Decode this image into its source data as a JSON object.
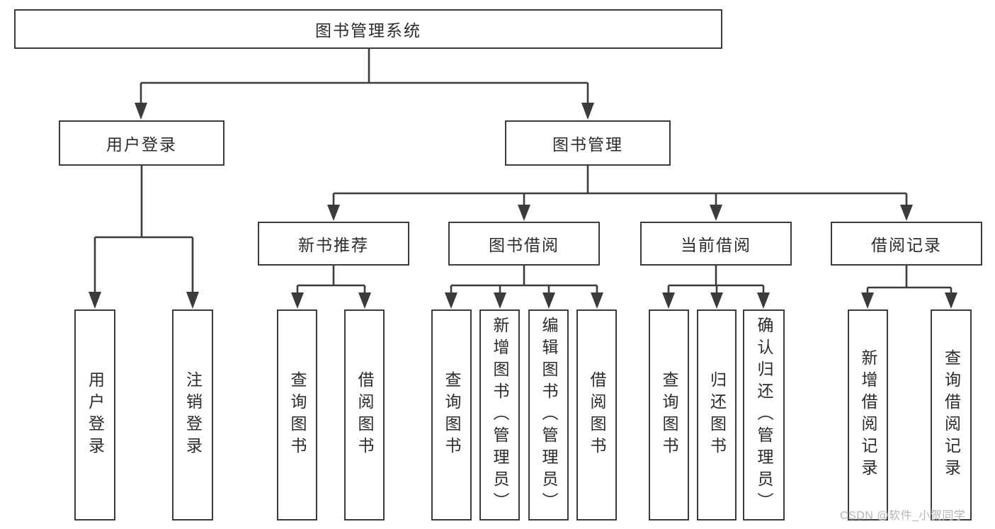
{
  "tree": {
    "root": "图书管理系统",
    "login": {
      "label": "用户登录",
      "children": [
        "用户登录",
        "注销登录"
      ]
    },
    "mgmt": {
      "label": "图书管理",
      "groups": [
        {
          "label": "新书推荐",
          "children": [
            "查询图书",
            "借阅图书"
          ]
        },
        {
          "label": "图书借阅",
          "children": [
            "查询图书",
            "新增图书（管理员）",
            "编辑图书（管理员）",
            "借阅图书"
          ]
        },
        {
          "label": "当前借阅",
          "children": [
            "查询图书",
            "归还图书",
            "确认归还（管理员）"
          ]
        },
        {
          "label": "借阅记录",
          "children": [
            "新增借阅记录",
            "查询借阅记录"
          ]
        }
      ]
    }
  },
  "watermark": "CSDN @软件_小贺同学",
  "colors": {
    "line": "#3b3b3b",
    "text": "#2b2b2b",
    "watermark": "#b5b5b5"
  }
}
